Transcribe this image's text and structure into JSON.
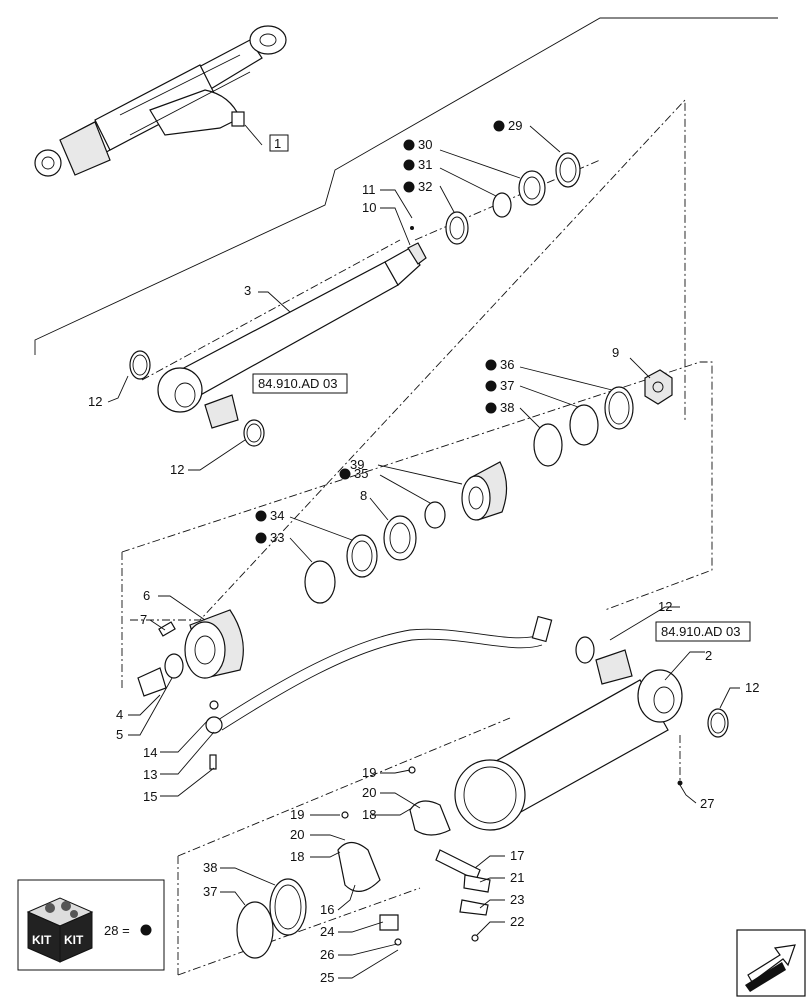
{
  "callouts": [
    {
      "id": "c1",
      "text": "1"
    },
    {
      "id": "c2",
      "text": "2"
    },
    {
      "id": "c3",
      "text": "3"
    },
    {
      "id": "c4",
      "text": "4"
    },
    {
      "id": "c5",
      "text": "5"
    },
    {
      "id": "c6",
      "text": "6"
    },
    {
      "id": "c7",
      "text": "7"
    },
    {
      "id": "c8",
      "text": "8"
    },
    {
      "id": "c9",
      "text": "9"
    },
    {
      "id": "c10",
      "text": "10"
    },
    {
      "id": "c11",
      "text": "11"
    },
    {
      "id": "c12a",
      "text": "12"
    },
    {
      "id": "c12b",
      "text": "12"
    },
    {
      "id": "c12c",
      "text": "12"
    },
    {
      "id": "c12d",
      "text": "12"
    },
    {
      "id": "c13",
      "text": "13"
    },
    {
      "id": "c14",
      "text": "14"
    },
    {
      "id": "c15",
      "text": "15"
    },
    {
      "id": "c16",
      "text": "16"
    },
    {
      "id": "c17",
      "text": "17"
    },
    {
      "id": "c18a",
      "text": "18"
    },
    {
      "id": "c18b",
      "text": "18"
    },
    {
      "id": "c19a",
      "text": "19"
    },
    {
      "id": "c19b",
      "text": "19"
    },
    {
      "id": "c20a",
      "text": "20"
    },
    {
      "id": "c20b",
      "text": "20"
    },
    {
      "id": "c21",
      "text": "21"
    },
    {
      "id": "c22",
      "text": "22"
    },
    {
      "id": "c23",
      "text": "23"
    },
    {
      "id": "c24",
      "text": "24"
    },
    {
      "id": "c25",
      "text": "25"
    },
    {
      "id": "c26",
      "text": "26"
    },
    {
      "id": "c27",
      "text": "27"
    },
    {
      "id": "c29",
      "text": "29"
    },
    {
      "id": "c30",
      "text": "30"
    },
    {
      "id": "c31",
      "text": "31"
    },
    {
      "id": "c32",
      "text": "32"
    },
    {
      "id": "c33",
      "text": "33"
    },
    {
      "id": "c34",
      "text": "34"
    },
    {
      "id": "c35",
      "text": "35"
    },
    {
      "id": "c36",
      "text": "36"
    },
    {
      "id": "c37a",
      "text": "37"
    },
    {
      "id": "c37b",
      "text": "37"
    },
    {
      "id": "c38a",
      "text": "38"
    },
    {
      "id": "c38b",
      "text": "38"
    },
    {
      "id": "c39",
      "text": "39"
    }
  ],
  "references": {
    "ref_top": "84.910.AD 03",
    "ref_right": "84.910.AD 03"
  },
  "kit_legend": {
    "kit_word_1": "KIT",
    "kit_word_2": "KIT",
    "equation": "28 ="
  },
  "icons": {
    "kit_box": "kit-box-icon",
    "kit_dot": "filled-dot-icon",
    "nav_arrow": "navigation-arrow-icon"
  },
  "colors": {
    "line": "#111111",
    "background": "#ffffff"
  }
}
